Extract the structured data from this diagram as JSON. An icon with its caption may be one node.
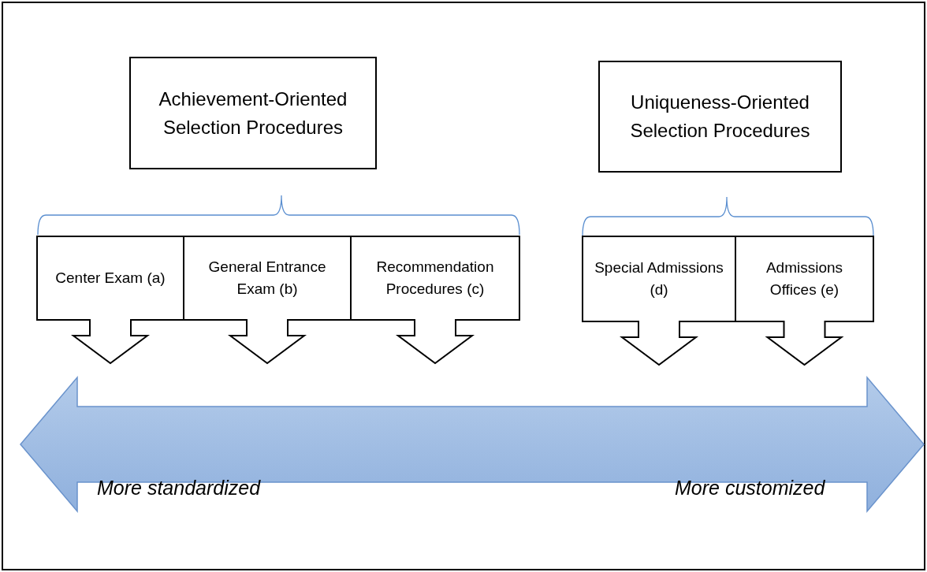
{
  "diagram": {
    "nodes": [
      {
        "text": [
          "Achievement-Oriented Selection Procedures"
        ]
      },
      {
        "text": [
          "Uniqueness-Oriented Selection Procedures"
        ]
      },
      {
        "text": [
          "Center Exam (a)"
        ]
      },
      {
        "text": [
          "General Entrance Exam (b)"
        ]
      },
      {
        "text": [
          "Recommendation Procedures (c)"
        ]
      },
      {
        "text": [
          "Special Admissions (d)"
        ]
      },
      {
        "text": [
          "Admissions Offices (e)"
        ]
      }
    ],
    "labels": [
      "More standardized",
      "More customized"
    ]
  }
}
